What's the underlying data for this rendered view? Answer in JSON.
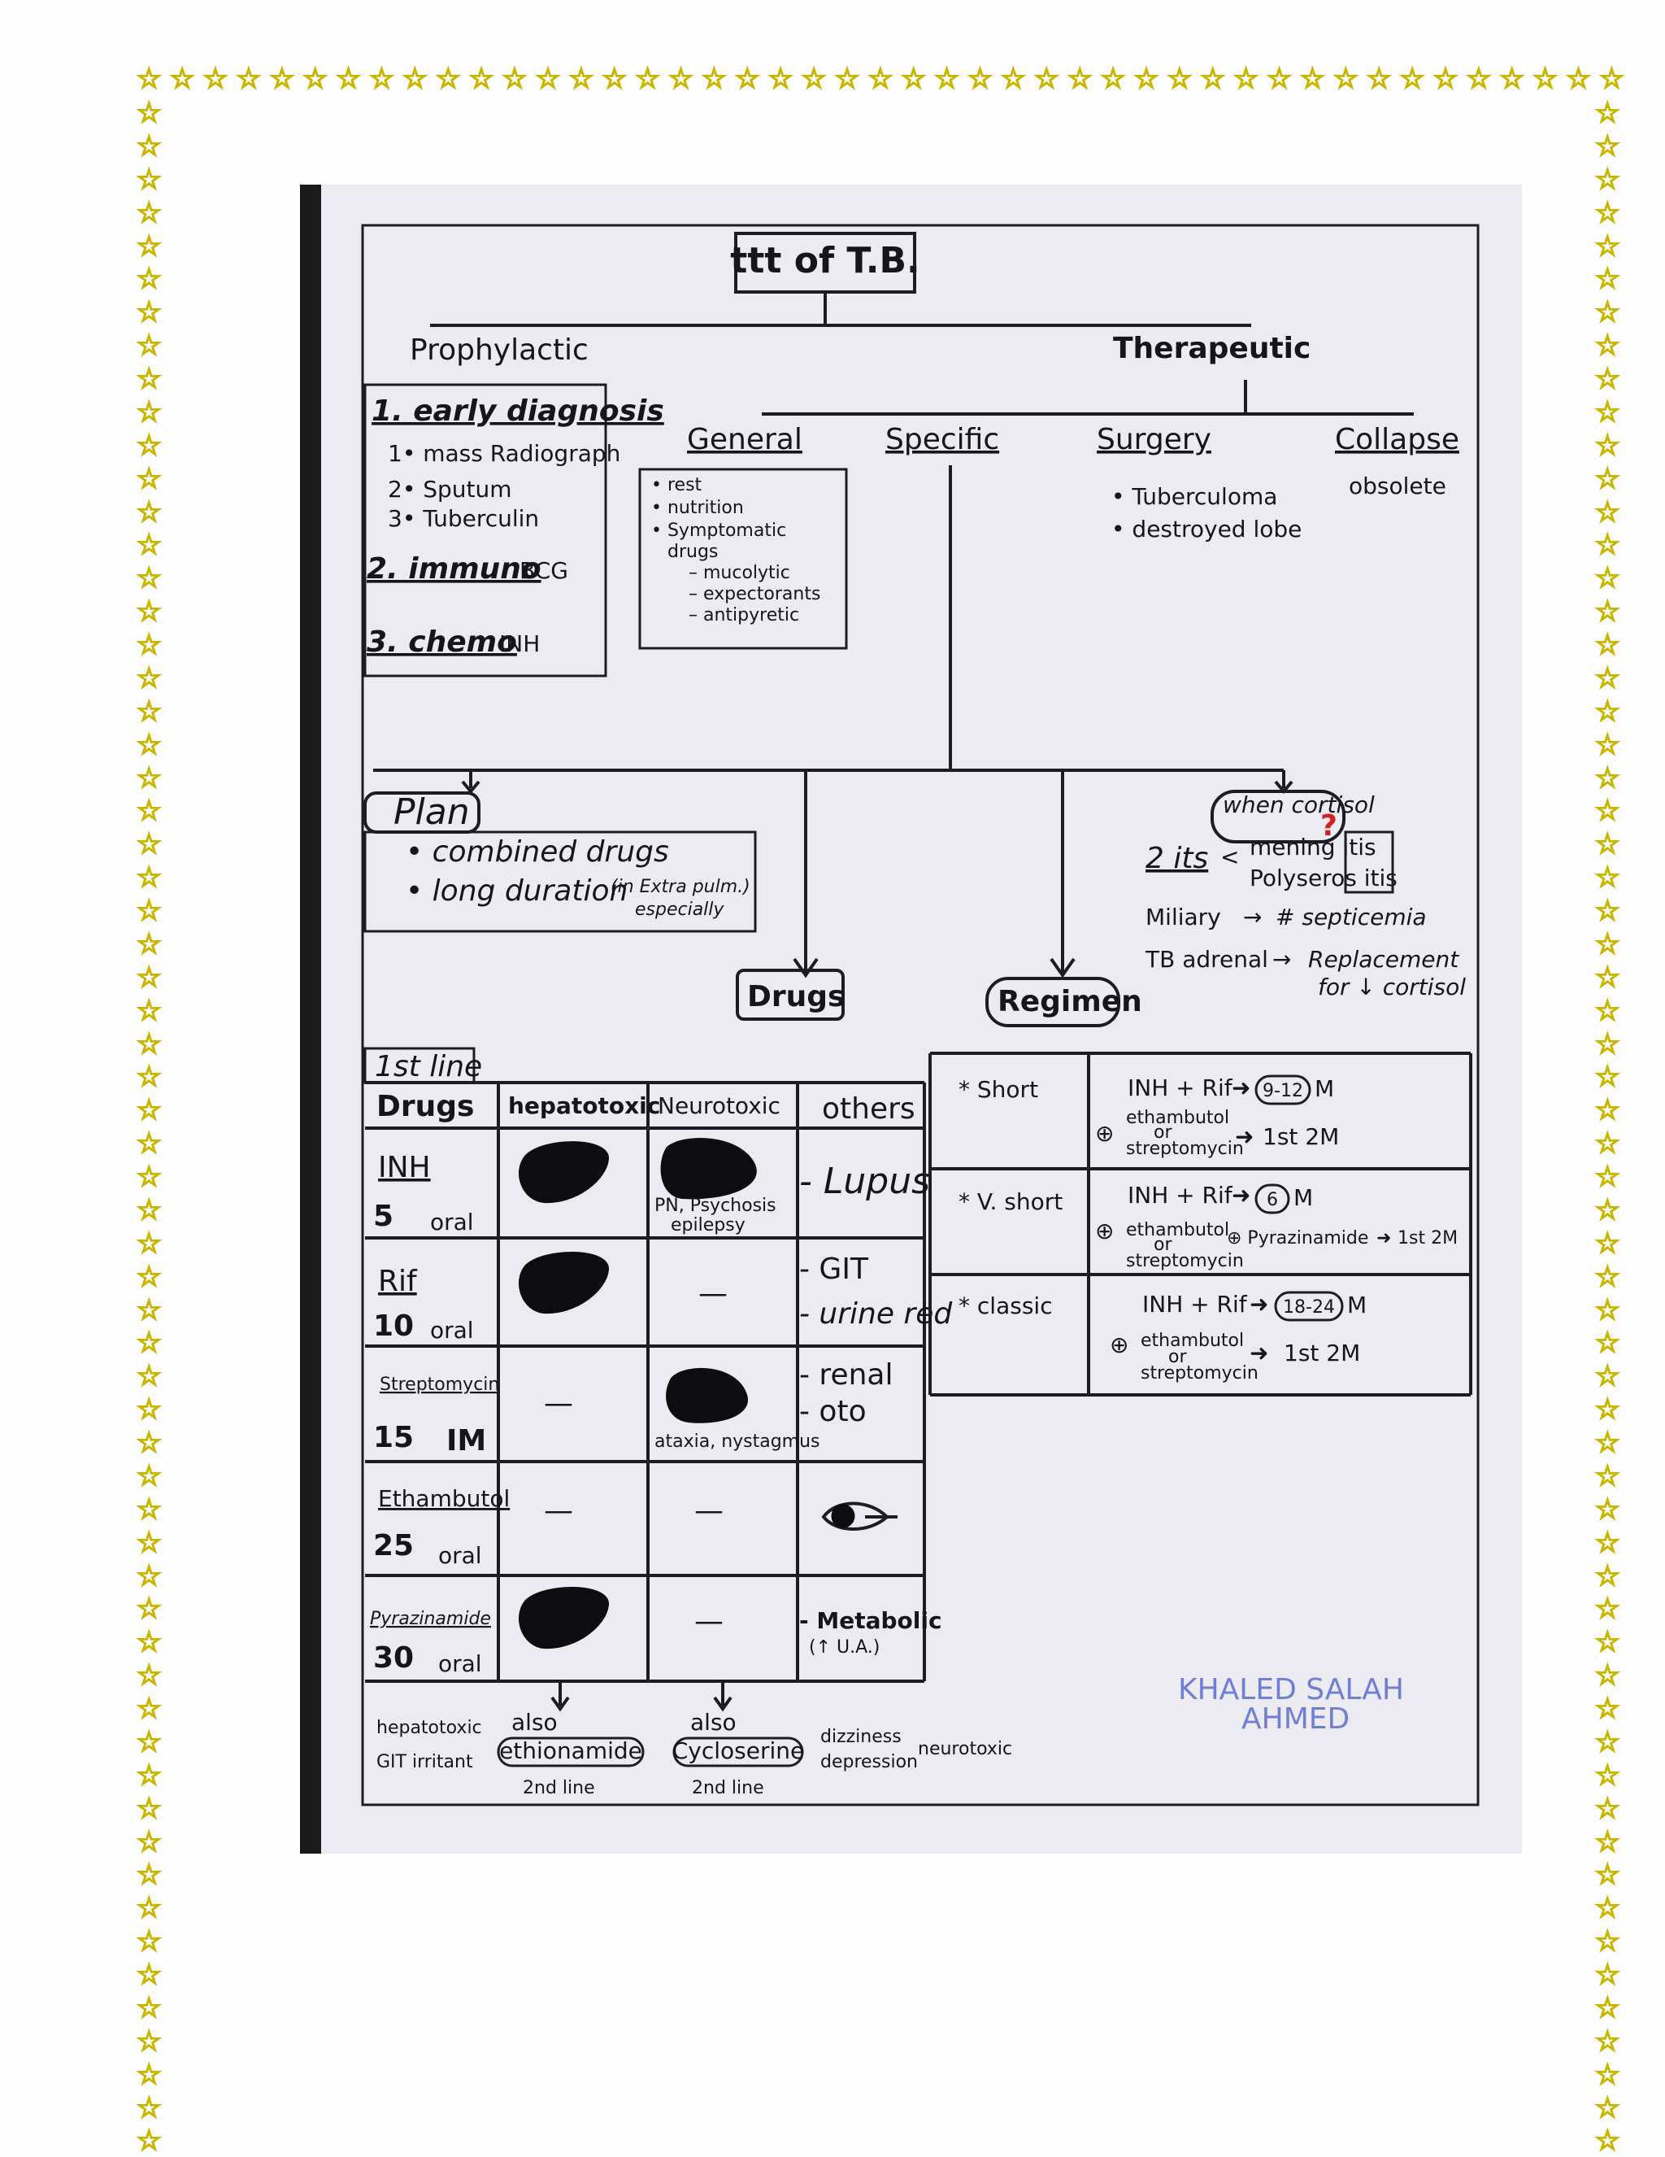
{
  "title": "ttt of T.B.",
  "prophylactic": {
    "heading": "Prophylactic",
    "items": [
      {
        "label": "1. early diagnosis",
        "subitems": [
          "1• mass Radiograph",
          "2• Sputum",
          "3• Tuberculin"
        ]
      },
      {
        "label": "2. immuno",
        "note": "BCG"
      },
      {
        "label": "3. chemo",
        "note": "INH"
      }
    ]
  },
  "therapeutic": {
    "heading": "Therapeutic",
    "general": {
      "heading": "General",
      "items": [
        "• rest",
        "• nutrition",
        "• Symptomatic",
        "drugs",
        "– mucolytic",
        "– expectorants",
        "– antipyretic"
      ]
    },
    "specific": {
      "heading": "Specific"
    },
    "surgery": {
      "heading": "Surgery",
      "items": [
        "• Tuberculoma",
        "• destroyed lobe"
      ]
    },
    "collapse": {
      "heading": "Collapse",
      "note": "obsolete"
    }
  },
  "plan": {
    "heading": "Plan",
    "items": [
      "• combined drugs",
      "• long duration"
    ],
    "note": "(in Extra pulm.)",
    "note2": "especially"
  },
  "cortisol": {
    "heading": "when cortisol",
    "mark": "?",
    "its_label": "2 its",
    "its": [
      "mening itis",
      "Polyseros itis"
    ],
    "rows": [
      {
        "label": "Miliary",
        "arrow": "→",
        "result": "# septicemia"
      },
      {
        "label": "TB adrenal",
        "arrow": "→",
        "result": "Replacement",
        "result2": "for ↓ cortisol"
      }
    ]
  },
  "drugs_heading": "Drugs",
  "regimen_heading": "Regimen",
  "drug_table": {
    "tag": "1st line",
    "headers": [
      "Drugs",
      "hepatotoxic",
      "Neurotoxic",
      "others"
    ],
    "rows": [
      {
        "name": "INH",
        "dose": "5",
        "route": "oral",
        "hepato": true,
        "neuro_note": "PN, Psychosis",
        "neuro_note2": "epilepsy",
        "neuro": true,
        "others": "- Lupus",
        "others2": ""
      },
      {
        "name": "Rif",
        "dose": "10",
        "route": "oral",
        "hepato": true,
        "neuro": false,
        "neuro_note": "",
        "neuro_note2": "",
        "others": "- GIT",
        "others2": "- urine red"
      },
      {
        "name": "Streptomycin",
        "dose": "15",
        "route": "IM",
        "hepato": false,
        "neuro": true,
        "neuro_note": "ataxia, nystagmus",
        "neuro_note2": "",
        "others": "- renal",
        "others2": "- oto"
      },
      {
        "name": "Ethambutol",
        "dose": "25",
        "route": "oral",
        "hepato": false,
        "neuro": false,
        "neuro_note": "",
        "neuro_note2": "",
        "others": "",
        "others2": ""
      },
      {
        "name": "Pyrazinamide",
        "dose": "30",
        "route": "oral",
        "hepato": true,
        "neuro": false,
        "neuro_note": "",
        "neuro_note2": "",
        "others": "- Metabolic",
        "others2": "(↑ U.A.)"
      }
    ],
    "dash": "—"
  },
  "regimen_table": [
    {
      "type": "* Short",
      "line1": "INH + Rif",
      "duration": "9-12",
      "unit": "M",
      "plus": "⊕",
      "line2a": "ethambutol",
      "line2b": "or",
      "line2c": "streptomycin",
      "line2_dur": "1st 2M"
    },
    {
      "type": "* V. short",
      "line1": "INH + Rif",
      "duration": "6",
      "unit": "M",
      "plus": "⊕",
      "line2a": "ethambutol",
      "line2b": "or",
      "line2c": "streptomycin",
      "line2_extra": "⊕ Pyrazinamide",
      "line2_dur": "1st 2M"
    },
    {
      "type": "* classic",
      "line1": "INH + Rif",
      "duration": "18-24",
      "unit": "M",
      "plus": "⊕",
      "line2a": "ethambutol",
      "line2b": "or",
      "line2c": "streptomycin",
      "line2_dur": "1st 2M"
    }
  ],
  "footer": {
    "left_labels": [
      "hepatotoxic",
      "GIT irritant"
    ],
    "also": "also",
    "ethionamide": "ethionamide",
    "cycloserine": "Cycloserine",
    "second_line": "2nd line",
    "right_labels": [
      "dizziness",
      "depression"
    ],
    "neurotoxic": "neurotoxic"
  },
  "author": {
    "line1": "KHALED SALAH",
    "line2": "AHMED"
  }
}
